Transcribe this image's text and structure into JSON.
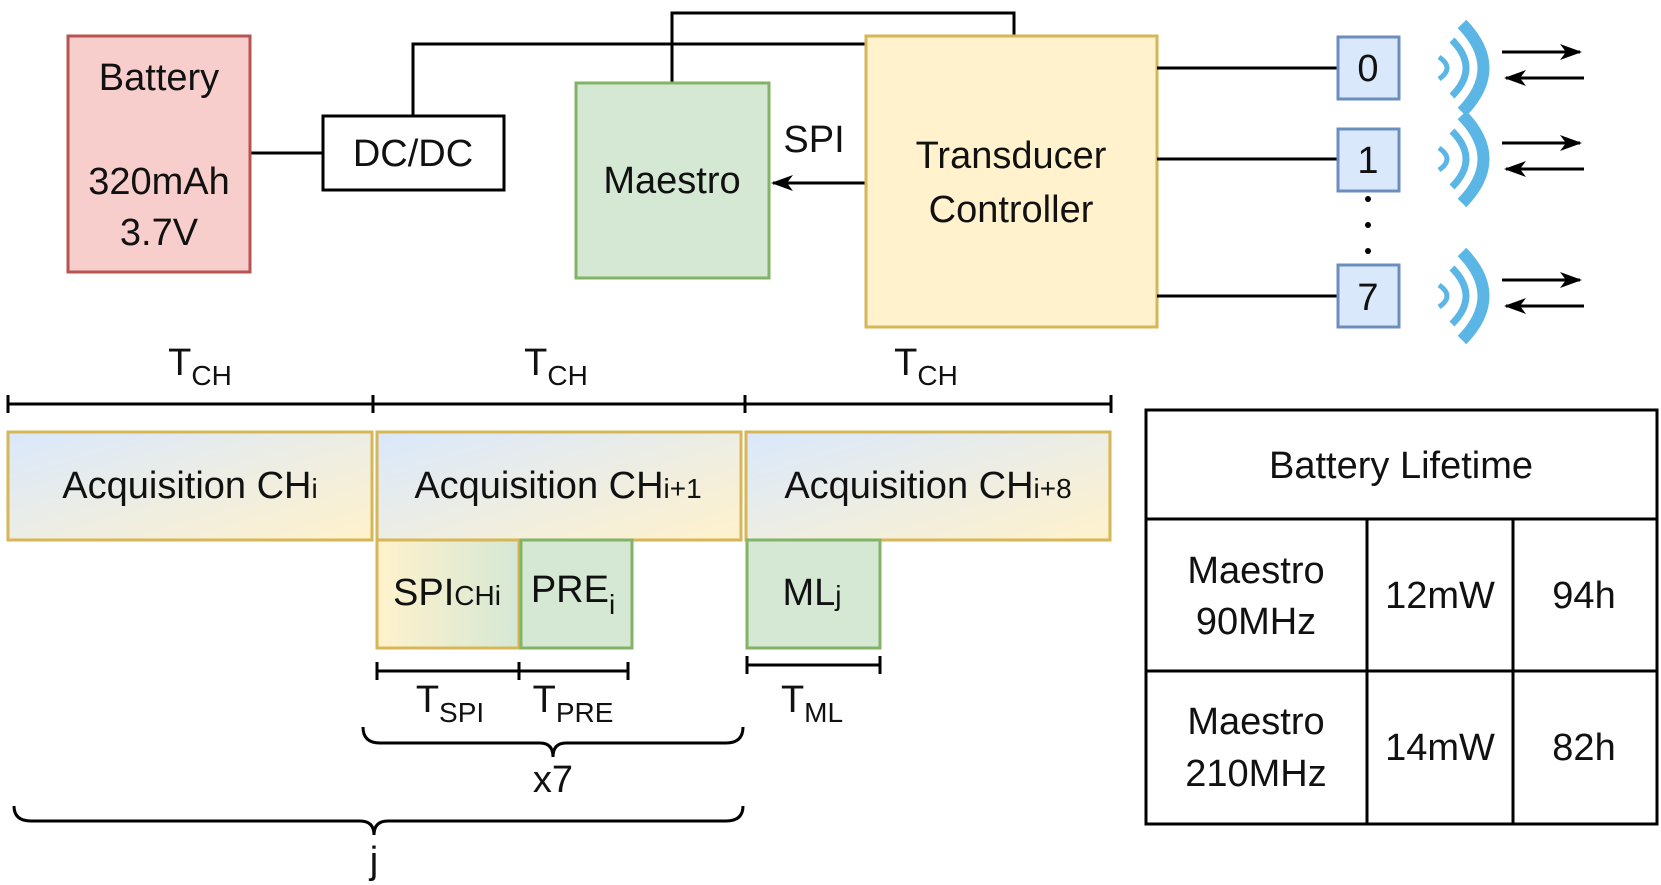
{
  "blocks": {
    "battery": {
      "name": "Battery",
      "capacity": "320mAh",
      "voltage": "3.7V"
    },
    "dcdc": "DC/DC",
    "maestro": "Maestro",
    "spi_link": "SPI",
    "controller": {
      "line1": "Transducer",
      "line2": "Controller"
    },
    "channels": [
      "0",
      "1",
      "7"
    ],
    "ellipsis": "·"
  },
  "timeline": {
    "period": {
      "main": "T",
      "sub": "CH"
    },
    "acquisitions": [
      {
        "main": "Acquisition CH",
        "sub": "i"
      },
      {
        "main": "Acquisition CH",
        "sub": "i+1"
      },
      {
        "main": "Acquisition CH",
        "sub": "i+8"
      }
    ],
    "spi": {
      "main": "SPI",
      "sub": "CHi"
    },
    "pre": {
      "main": "PRE",
      "sub": "i"
    },
    "ml": {
      "main": "ML",
      "sub": "j"
    },
    "t_spi": {
      "main": "T",
      "sub": "SPI"
    },
    "t_pre": {
      "main": "T",
      "sub": "PRE"
    },
    "t_ml": {
      "main": "T",
      "sub": "ML"
    },
    "repeat_label": "x7",
    "outer_label": "j"
  },
  "lifetime_table": {
    "title": "Battery Lifetime",
    "rows": [
      {
        "config_line1": "Maestro",
        "config_line2": "90MHz",
        "power": "12mW",
        "lifetime": "94h"
      },
      {
        "config_line1": "Maestro",
        "config_line2": "210MHz",
        "power": "14mW",
        "lifetime": "82h"
      }
    ]
  },
  "colors": {
    "battery_fill": "#f8cecc",
    "battery_stroke": "#b85450",
    "maestro_fill": "#d5e8d4",
    "maestro_stroke": "#82b366",
    "controller_fill": "#fff2cc",
    "controller_stroke": "#d6b656",
    "channel_fill": "#dae8fc",
    "channel_stroke": "#6c8ebf",
    "wave": "#5bb6e6"
  }
}
